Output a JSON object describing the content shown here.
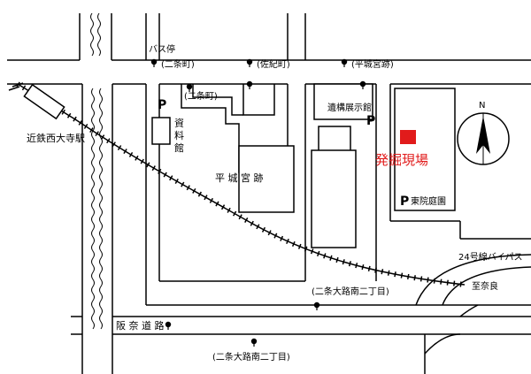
{
  "labels": {
    "bus_stop": "バス停",
    "stop_nijo_top": "(二条町)",
    "stop_sakinocho": "(佐紀町)",
    "stop_heijokyuato": "(平城宮跡)",
    "stop_nijo_inner": "(二条町)",
    "kintetsu_station": "近鉄西大寺駅",
    "shiryokan": [
      "資",
      "料",
      "館"
    ],
    "heijokyuseki": "平 城 宮 跡",
    "iko_tenjikan": "遺構展示館",
    "excavation_site": "発掘現場",
    "toin_teien": "東院庭園",
    "bypass": "24号線バイパス",
    "to_nara": "至奈良",
    "stop_nijo_oji_inner": "(二条大路南二丁目)",
    "hanna_road": "阪 奈 道 路",
    "stop_nijo_oji_bottom": "(二条大路南二丁目)",
    "parking": "P",
    "north": "N"
  },
  "colors": {
    "accent": "#e11b1b",
    "line": "#000000",
    "background": "#ffffff"
  }
}
